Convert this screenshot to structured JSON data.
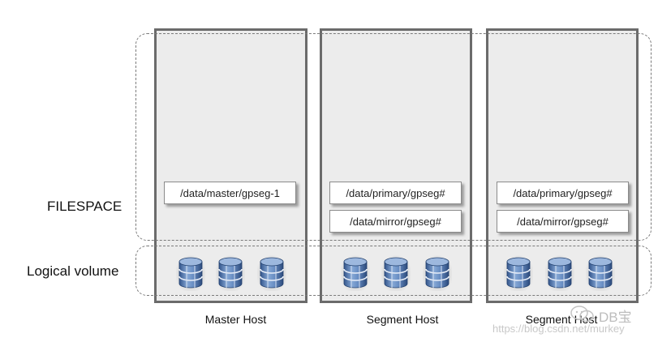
{
  "labels": {
    "filespace": "FILESPACE",
    "logical_volume": "Logical volume"
  },
  "hosts": [
    {
      "name": "Master Host",
      "paths": [
        "/data/master/gpseg-1"
      ]
    },
    {
      "name": "Segment Host",
      "paths": [
        "/data/primary/gpseg#",
        "/data/mirror/gpseg#"
      ]
    },
    {
      "name": "Segment Host",
      "paths": [
        "/data/primary/gpseg#",
        "/data/mirror/gpseg#"
      ]
    }
  ],
  "watermark": {
    "url": "https://blog.csdn.net/murkey",
    "brand": "DB宝"
  },
  "colors": {
    "host_fill": "#ececec",
    "host_border": "#6b6b6b",
    "db_blue": "#5b7fb4",
    "db_dark": "#2f4f80"
  }
}
